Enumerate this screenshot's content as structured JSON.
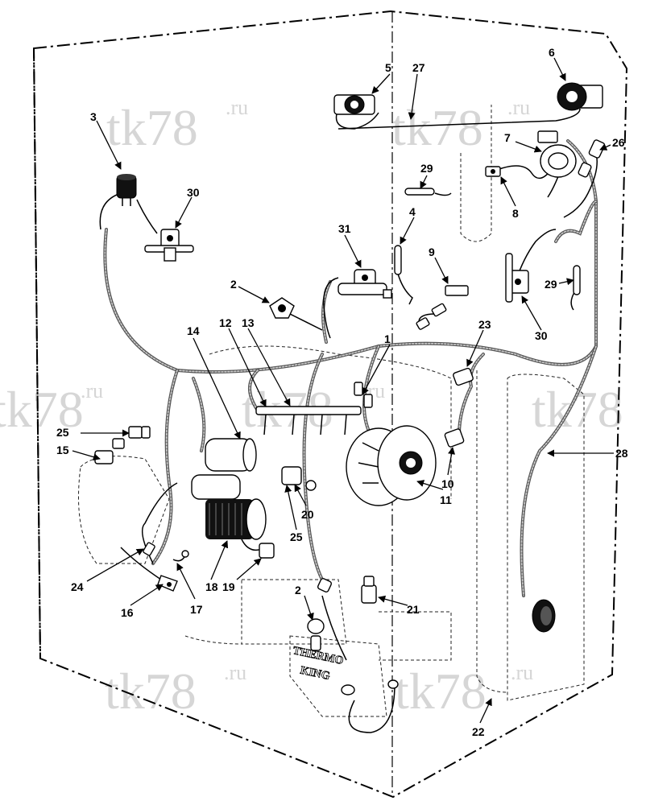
{
  "watermark": {
    "text": "tk78",
    "sup": ".ru"
  },
  "callouts": {
    "c1": "1",
    "c2a": "2",
    "c2b": "2",
    "c3": "3",
    "c4": "4",
    "c5": "5",
    "c6": "6",
    "c7": "7",
    "c8": "8",
    "c9": "9",
    "c10": "10",
    "c11": "11",
    "c12": "12",
    "c13": "13",
    "c14": "14",
    "c15": "15",
    "c16": "16",
    "c17": "17",
    "c18": "18",
    "c19": "19",
    "c20": "20",
    "c21": "21",
    "c22": "22",
    "c23": "23",
    "c24": "24",
    "c25a": "25",
    "c25b": "25",
    "c26": "26",
    "c27": "27",
    "c28": "28",
    "c29a": "29",
    "c29b": "29",
    "c30a": "30",
    "c30b": "30",
    "c31": "31"
  },
  "brand": {
    "line1": "THERMO",
    "line2": "KING"
  }
}
